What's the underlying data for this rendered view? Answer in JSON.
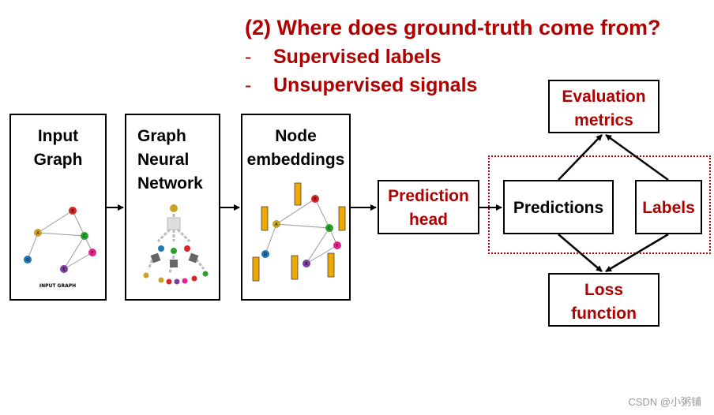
{
  "heading": {
    "question": "(2) Where does ground-truth come from?",
    "bullets": [
      {
        "dash": "-",
        "text": "Supervised labels"
      },
      {
        "dash": "-",
        "text": "Unsupervised signals"
      }
    ]
  },
  "boxes": {
    "input_graph": {
      "line1": "Input",
      "line2": "Graph",
      "caption": "INPUT GRAPH"
    },
    "gnn": {
      "line1": "Graph",
      "line2": "Neural",
      "line3": "Network"
    },
    "node_embeddings": {
      "line1": "Node",
      "line2": "embeddings"
    },
    "prediction_head": {
      "line1": "Prediction",
      "line2": "head"
    },
    "predictions": {
      "label": "Predictions"
    },
    "labels": {
      "label": "Labels"
    },
    "evaluation_metrics": {
      "line1": "Evaluation",
      "line2": "metrics"
    },
    "loss_function": {
      "line1": "Loss",
      "line2": "function"
    }
  },
  "graph_nodes": [
    "A",
    "B",
    "C",
    "D",
    "E",
    "F"
  ],
  "colors": {
    "accent_red": "#b00000",
    "dotted_border": "#c00000",
    "embedding_bar": "#f0a800"
  },
  "watermark": "CSDN @小粥铺"
}
